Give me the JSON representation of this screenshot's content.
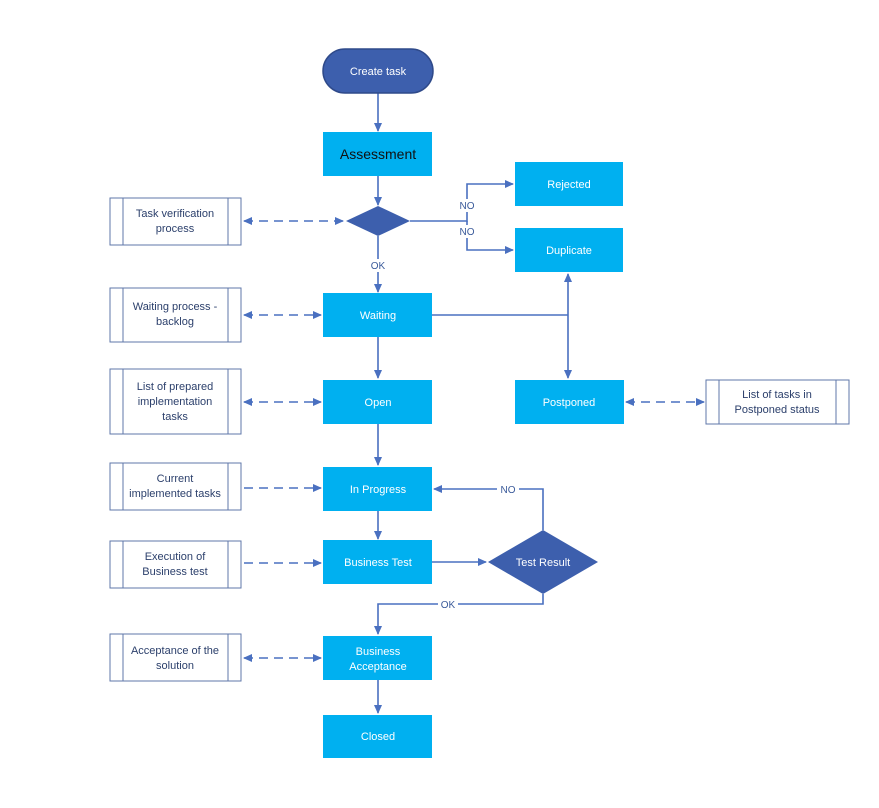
{
  "colors": {
    "process_fill": "#00b0f0",
    "terminal_fill": "#3d5fad",
    "decision_fill": "#3d5fad",
    "arrow": "#4a70c0",
    "side_fill": "#ffffff",
    "side_stroke": "#5f77aa"
  },
  "nodes": {
    "create_task": "Create task",
    "assessment": "Assessment",
    "rejected": "Rejected",
    "duplicate": "Duplicate",
    "waiting": "Waiting",
    "open": "Open",
    "postponed": "Postponed",
    "in_progress": "In Progress",
    "business_test": "Business Test",
    "test_result": "Test Result",
    "business_acceptance_l1": "Business",
    "business_acceptance_l2": "Acceptance",
    "closed": "Closed"
  },
  "side_notes": {
    "task_verification_l1": "Task verification",
    "task_verification_l2": "process",
    "waiting_process_l1": "Waiting process -",
    "waiting_process_l2": "backlog",
    "prepared_tasks_l1": "List of prepared",
    "prepared_tasks_l2": "implementation",
    "prepared_tasks_l3": "tasks",
    "current_tasks_l1": "Current",
    "current_tasks_l2": "implemented tasks",
    "execution_test_l1": "Execution of",
    "execution_test_l2": "Business test",
    "acceptance_solution_l1": "Acceptance of the",
    "acceptance_solution_l2": "solution",
    "postponed_list_l1": "List of tasks in",
    "postponed_list_l2": "Postponed status"
  },
  "edge_labels": {
    "no_rejected": "NO",
    "no_duplicate": "NO",
    "ok_waiting": "OK",
    "no_retest": "NO",
    "ok_acceptance": "OK"
  }
}
